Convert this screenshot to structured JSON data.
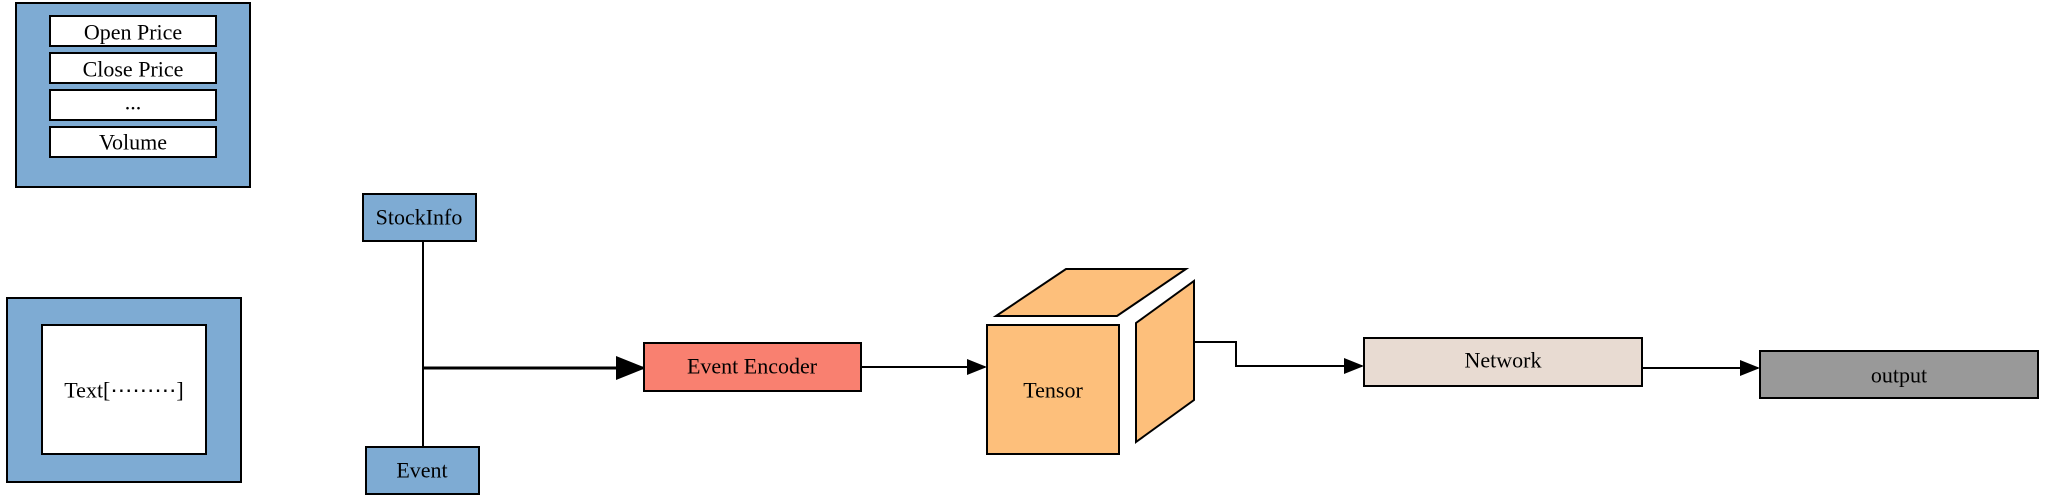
{
  "stock_panel": {
    "fields": [
      "Open Price",
      "Close Price",
      "...",
      "Volume"
    ]
  },
  "text_panel": {
    "label": "Text[⋯⋯⋯]"
  },
  "nodes": {
    "stockinfo": "StockInfo",
    "event": "Event",
    "encoder": "Event Encoder",
    "tensor": "Tensor",
    "network": "Network",
    "output": "output"
  },
  "colors": {
    "panel_blue": "#7eabd3",
    "encoder": "#f98070",
    "tensor": "#fdbf7b",
    "network": "#e8dbd2",
    "output": "#999999",
    "stroke": "#000000"
  }
}
